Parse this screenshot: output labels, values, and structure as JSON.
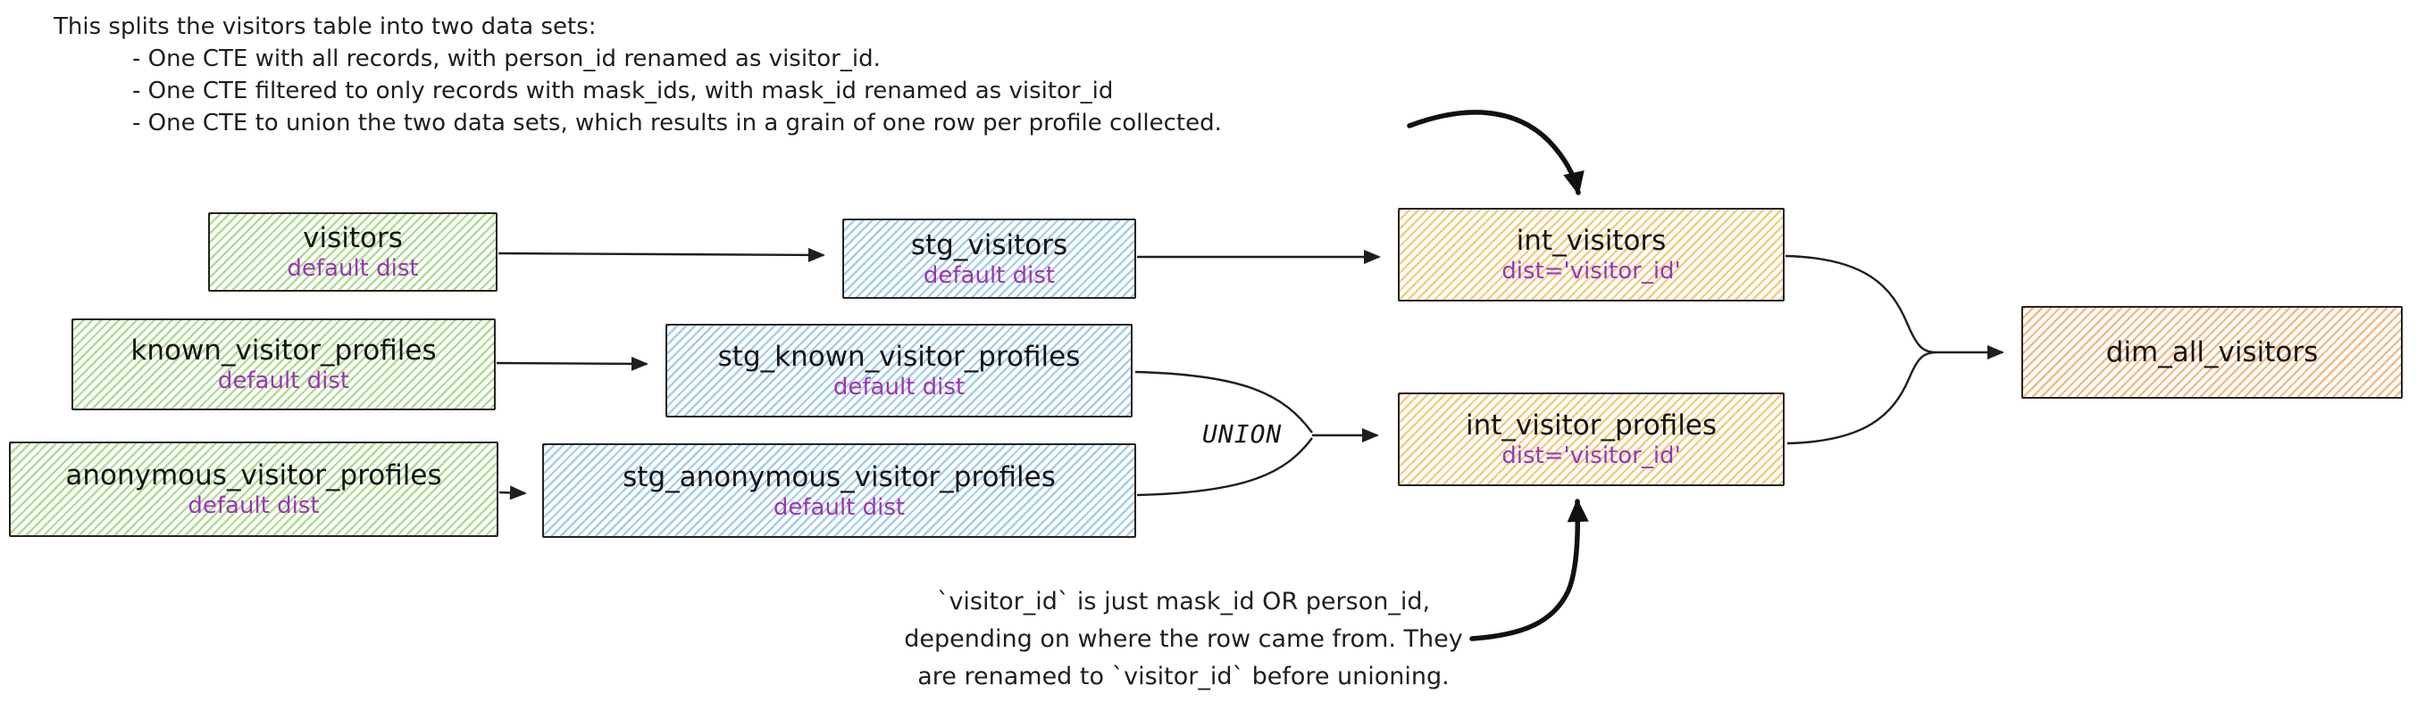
{
  "diagram": {
    "top_annotation": {
      "intro": "This splits the visitors table into two data sets:",
      "bullets": [
        "- One CTE with all records, with person_id renamed as visitor_id.",
        "- One CTE filtered to only records with mask_ids, with mask_id renamed as visitor_id",
        "- One CTE to union the two data sets, which results in a grain of one row per profile collected."
      ]
    },
    "bottom_annotation": {
      "lines": [
        "`visitor_id` is just mask_id OR person_id,",
        "depending on where the row came from. They",
        "are renamed to `visitor_id` before unioning."
      ]
    },
    "union_label": "UNION",
    "nodes": {
      "visitors": {
        "title": "visitors",
        "subtitle": "default dist"
      },
      "known_visitor_profiles": {
        "title": "known_visitor_profiles",
        "subtitle": "default dist"
      },
      "anonymous_visitor_profiles": {
        "title": "anonymous_visitor_profiles",
        "subtitle": "default dist"
      },
      "stg_visitors": {
        "title": "stg_visitors",
        "subtitle": "default dist"
      },
      "stg_known_visitor_profiles": {
        "title": "stg_known_visitor_profiles",
        "subtitle": "default dist"
      },
      "stg_anonymous_visitor_profiles": {
        "title": "stg_anonymous_visitor_profiles",
        "subtitle": "default dist"
      },
      "int_visitors": {
        "title": "int_visitors",
        "subtitle": "dist='visitor_id'"
      },
      "int_visitor_profiles": {
        "title": "int_visitor_profiles",
        "subtitle": "dist='visitor_id'"
      },
      "dim_all_visitors": {
        "title": "dim_all_visitors"
      }
    },
    "colors": {
      "source_green": "#aedd92",
      "staging_blue": "#a3cdec",
      "intermediate_yellow": "#f1cc80",
      "mart_orange": "#f3bb86",
      "annotation_purple": "#9c36b5",
      "ink": "#1e1e1e"
    }
  }
}
